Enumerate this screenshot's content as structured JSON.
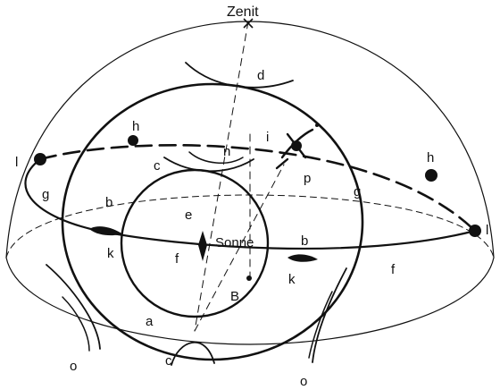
{
  "labels": {
    "zenit": "Zenit",
    "sonne": "Sonne",
    "B": "B",
    "a": "a",
    "b_left": "b",
    "b_right": "b",
    "c_upper": "c",
    "c_lower": "c",
    "d": "d",
    "e": "e",
    "f_inner": "f",
    "f_outer": "f",
    "g_left": "g",
    "g_right": "g",
    "h_left": "h",
    "h_right": "h",
    "i": "i",
    "k_left": "k",
    "k_right": "k",
    "l_left": "l",
    "l_right": "l",
    "n": "n",
    "o_left": "o",
    "o_right": "o",
    "p": "p"
  },
  "colors": {
    "stroke": "#111111",
    "background": "#ffffff"
  }
}
